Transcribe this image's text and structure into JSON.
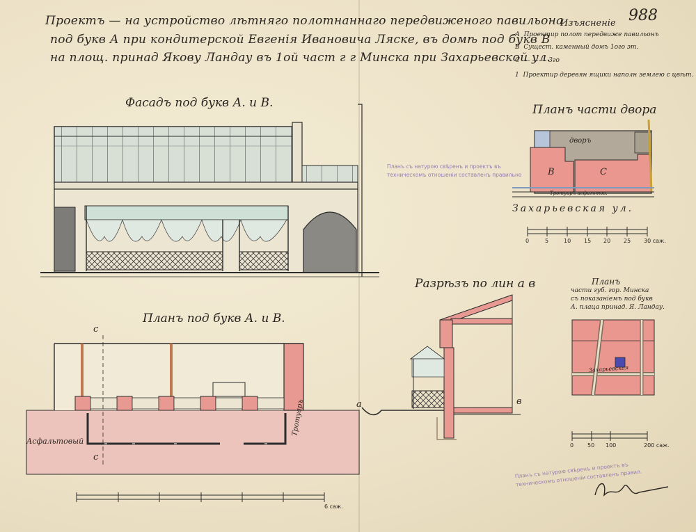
{
  "title": {
    "line1": "Проектъ — на устройство лѣтняго полотнаннаго передвиженого павильона",
    "line2": "под букв А  при кондитерской Евгенiя Ивановича Ляске, въ домѣ под букв В",
    "line3": "на площ. принад Якову Ландау въ 1ой част г г Минска при Захарьевской ул."
  },
  "sheet_number": "988",
  "legend": {
    "heading": "Изъясненiе",
    "items": [
      {
        "key": "А",
        "text": "Проектир полот передвиже павильонъ"
      },
      {
        "key": "В",
        "text": "Сущест. каменный домъ 1ого эт."
      },
      {
        "key": "С",
        "text": "—  —  —  3го"
      },
      {
        "key": "1",
        "text": "Проектир деревян ящики наполн землею с цвѣт."
      }
    ]
  },
  "facade": {
    "title": "Фасадъ под букв А. и В."
  },
  "plan_main": {
    "title": "Планъ под букв А. и В.",
    "label_asphalt": "Асфальтовый",
    "label_sidewalk": "Тротуаръ",
    "mark_letter": "с",
    "scale_label": "6 саж."
  },
  "yard_plan": {
    "title": "Планъ части двора",
    "label_yard": "дворъ",
    "label_b": "В",
    "label_c": "С",
    "label_street_edge": "Тротуаръ асфальтов.",
    "street": "Захарьевская ул.",
    "scale_ticks": [
      "0",
      "5",
      "10",
      "15",
      "20",
      "25",
      "30 саж."
    ]
  },
  "section": {
    "title": "Разрѣзъ по лин а в",
    "mark_a": "а",
    "mark_b": "в"
  },
  "city_plan": {
    "title_line1": "Планъ",
    "title_line2": "части губ. гор. Минска",
    "title_line3": "съ показанiемъ под букв",
    "title_line4": "А. плаца принад. Я. Ландау.",
    "street": "Захарьевская",
    "scale_ticks": [
      "0",
      "50",
      "100",
      "200 саж."
    ]
  },
  "stamps": {
    "stamp1_line1": "Планъ съ натурою свѣренъ и проектъ въ",
    "stamp1_line2": "техническомъ отношенiи составленъ правильно",
    "stamp2_line1": "Планъ съ натурою свѣренъ и проектъ въ",
    "stamp2_line2": "техническомъ отношенiи составленъ правил."
  },
  "signature": "Инж"
}
